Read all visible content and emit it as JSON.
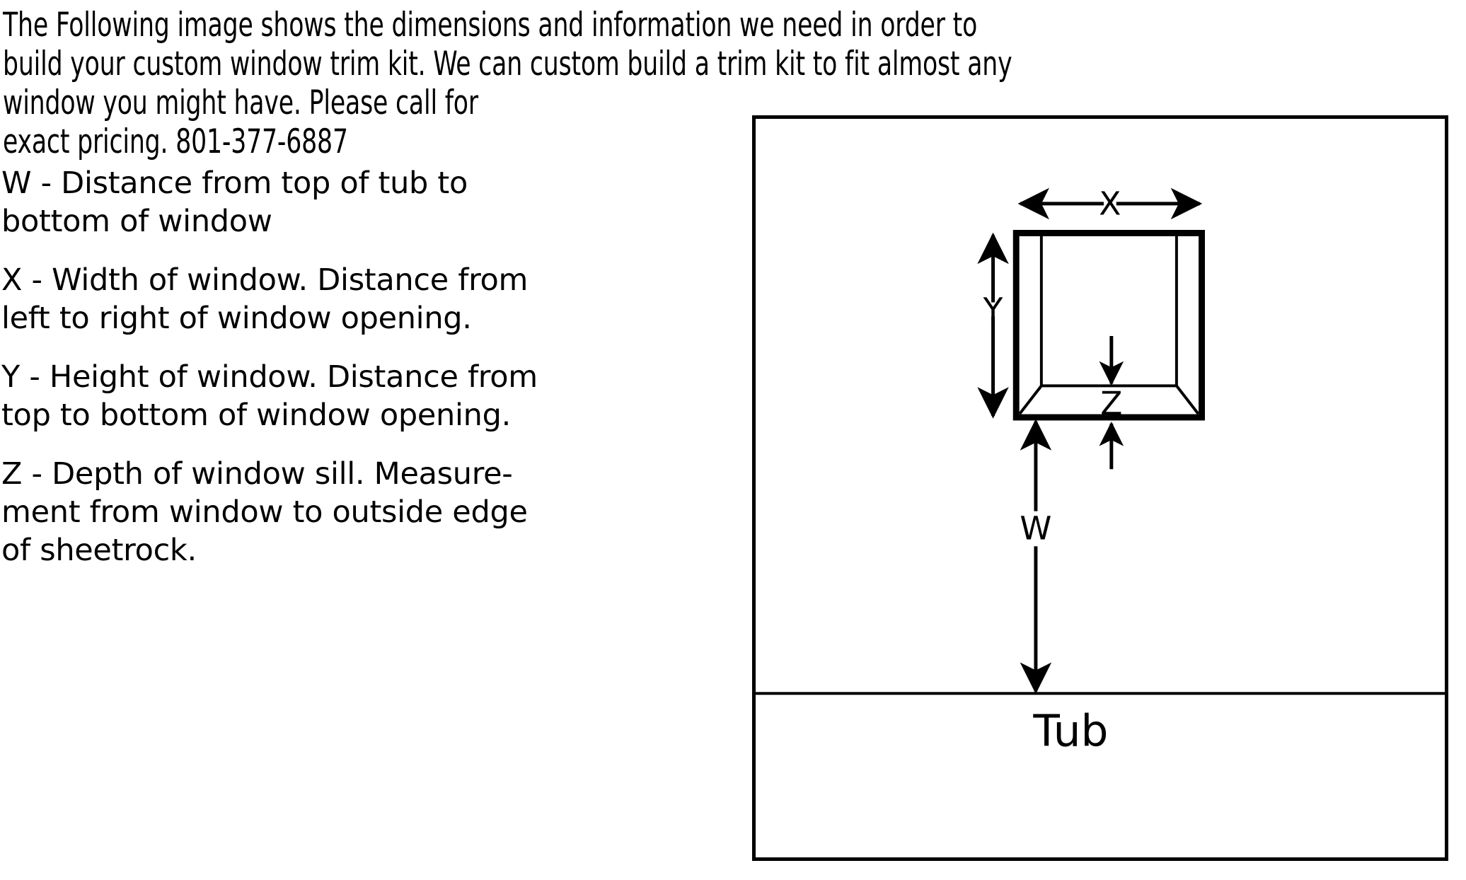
{
  "intro": {
    "lines": [
      "The Following image shows the dimensions  and information we need in order to",
      "build your custom window trim kit. We can custom build a trim kit to fit almost any",
      "window you might have. Please call for",
      "exact pricing. 801-377-6887"
    ],
    "phone": "801-377-6887"
  },
  "definitions": [
    {
      "key": "W",
      "lines": [
        "W - Distance from top of tub to",
        "bottom of window"
      ]
    },
    {
      "key": "X",
      "lines": [
        "X - Width of window. Distance from",
        "left to right of window opening."
      ]
    },
    {
      "key": "Y",
      "lines": [
        "Y - Height of window. Distance from",
        "top to bottom of window opening."
      ]
    },
    {
      "key": "Z",
      "lines": [
        "Z - Depth of window sill. Measure-",
        "ment from window to outside edge",
        "of sheetrock."
      ]
    }
  ],
  "diagram": {
    "labels": {
      "x": "X",
      "y": "Y",
      "z": "Z",
      "w": "W",
      "tub": "Tub"
    },
    "colors": {
      "stroke": "#000000",
      "background": "#ffffff"
    }
  }
}
